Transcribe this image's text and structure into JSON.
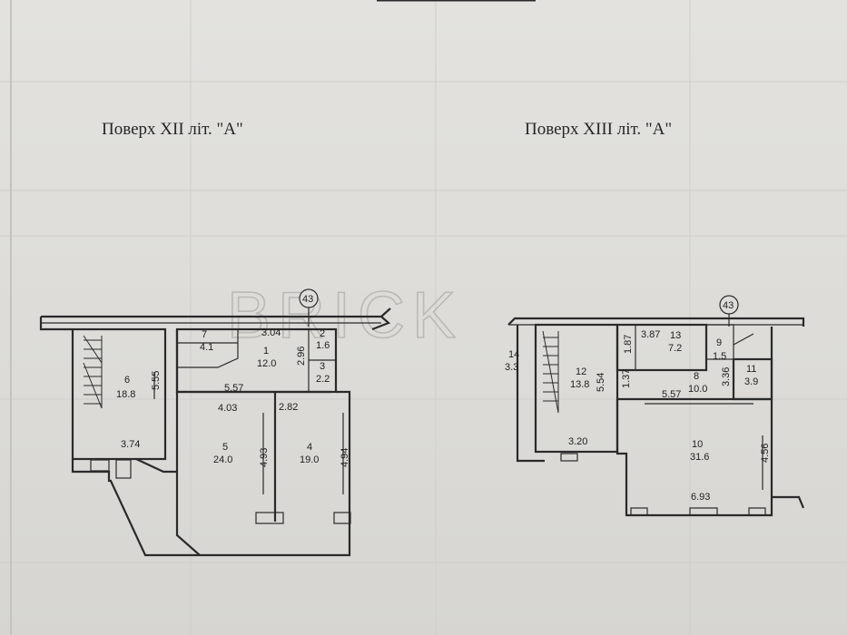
{
  "watermark": "BRICK",
  "building_number": "43",
  "floors": [
    {
      "title": "Поверх  XII літ. \"A\"",
      "rooms": [
        {
          "num": "1",
          "area": "12.0"
        },
        {
          "num": "2",
          "area": "1.6"
        },
        {
          "num": "3",
          "area": "2.2"
        },
        {
          "num": "4",
          "area": "19.0"
        },
        {
          "num": "5",
          "area": "24.0"
        },
        {
          "num": "6",
          "area": "18.8"
        },
        {
          "num": "7",
          "area": "4.1"
        }
      ],
      "dimensions": [
        "3.04",
        "2.96",
        "5.55",
        "5.57",
        "4.03",
        "2.82",
        "4.93",
        "4.94",
        "3.74"
      ]
    },
    {
      "title": "Поверх  XIII літ. \"A\"",
      "rooms": [
        {
          "num": "8",
          "area": "10.0"
        },
        {
          "num": "9",
          "area": "1.5"
        },
        {
          "num": "10",
          "area": "31.6"
        },
        {
          "num": "11",
          "area": "3.9"
        },
        {
          "num": "12",
          "area": "13.8"
        },
        {
          "num": "13",
          "area": "7.2"
        },
        {
          "num": "14",
          "area": "3.3"
        }
      ],
      "dimensions": [
        "3.87",
        "1.87",
        "5.54",
        "1.37",
        "5.57",
        "3.36",
        "3.20",
        "4.56",
        "6.93"
      ]
    }
  ]
}
